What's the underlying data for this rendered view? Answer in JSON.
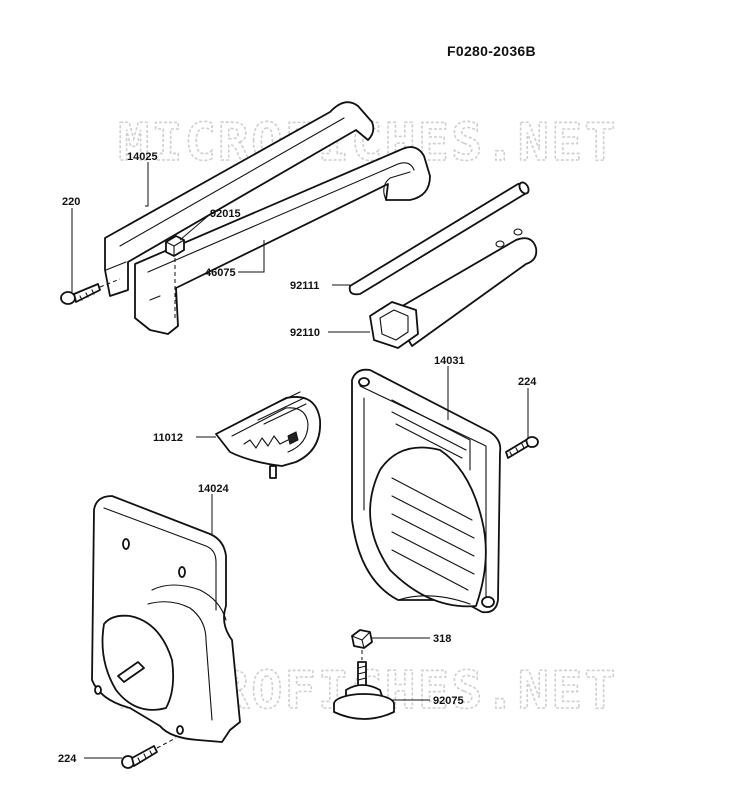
{
  "drawing": {
    "reference_code": "F0280-2036B",
    "watermark_text": "MICROFICHES.NET"
  },
  "callouts": {
    "p14025": "14025",
    "p220": "220",
    "p92015": "92015",
    "p46075": "46075",
    "p92111": "92111",
    "p92110": "92110",
    "p14031": "14031",
    "p224_top": "224",
    "p11012": "11012",
    "p14024": "14024",
    "p318": "318",
    "p92075": "92075",
    "p224_bottom": "224"
  },
  "colors": {
    "line": "#111111",
    "watermark": "#cfcfcf",
    "background": "#ffffff"
  }
}
